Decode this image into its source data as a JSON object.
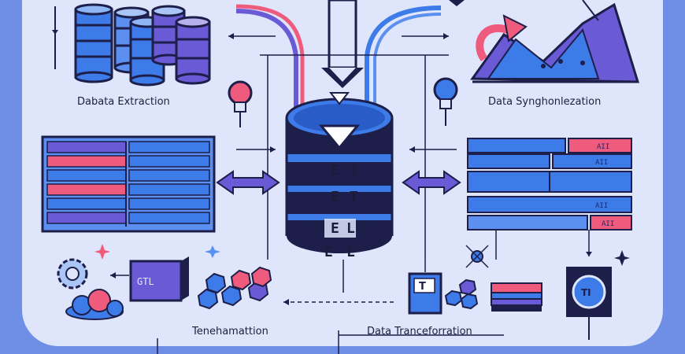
{
  "labels": {
    "extraction": "Dabata Extraction",
    "synchronization": "Data Synghonlezation",
    "transformation_left": "Tenehamattion",
    "transformation_center": "Data Tranceforration"
  },
  "central_stack": {
    "letters": [
      "E",
      "T",
      "E",
      "T",
      "E",
      "L",
      "E",
      "L"
    ]
  },
  "box_labels": {
    "etl_box": "GTL",
    "doc_card": "T",
    "monitor": "TI"
  },
  "right_table": {
    "tags": [
      "AII",
      "AII",
      "AII",
      "AII"
    ]
  },
  "colors": {
    "background": "#6f8fe6",
    "panel": "#dfe6fb",
    "navy": "#1d1f4a",
    "blue": "#3d7be8",
    "purple": "#6a5ad6",
    "pink": "#ef5b7d"
  }
}
